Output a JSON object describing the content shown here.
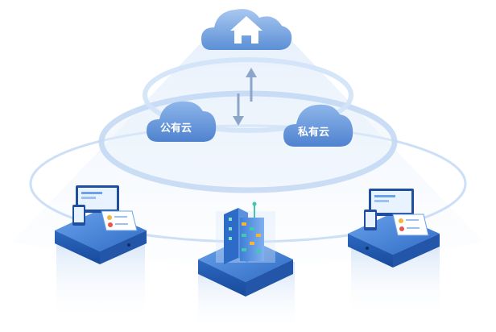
{
  "clouds": {
    "top": {
      "icon": "house-icon"
    },
    "left": {
      "label": "公有云"
    },
    "right": {
      "label": "私有云"
    }
  },
  "colors": {
    "cloud_fill": "#5b8fd6",
    "cloud_light": "#a9c7ef",
    "ring": "#cfe0f6",
    "platform_top": "#4a86db",
    "platform_side": "#1f5cb3",
    "arrow": "#8aa6c8"
  },
  "nodes": [
    {
      "name": "left-device-node",
      "icon": "devices-icon"
    },
    {
      "name": "center-building-node",
      "icon": "building-icon"
    },
    {
      "name": "right-device-node",
      "icon": "devices-icon"
    }
  ]
}
